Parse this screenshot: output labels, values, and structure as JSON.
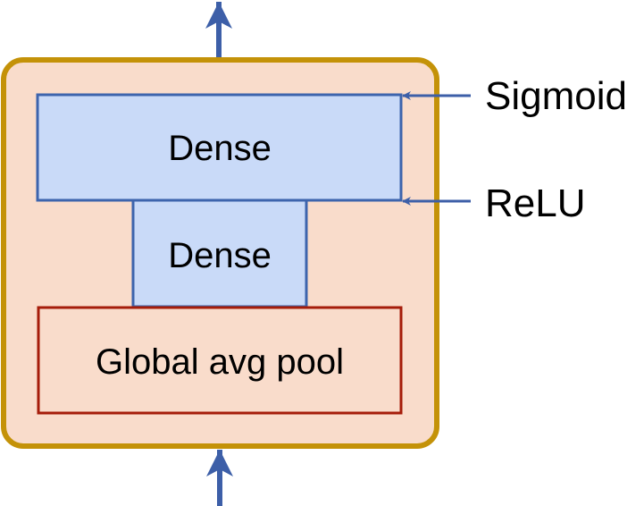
{
  "blocks": {
    "dense_top": "Dense",
    "dense_middle": "Dense",
    "global_pool": "Global avg pool"
  },
  "activations": {
    "sigmoid": "Sigmoid",
    "relu": "ReLU"
  },
  "colors": {
    "container_fill": "#f9dccb",
    "container_stroke": "#c49208",
    "dense_fill": "#c9daf8",
    "dense_stroke": "#3d64ad",
    "pool_stroke": "#a51c0a",
    "arrow": "#3d5fa8"
  }
}
